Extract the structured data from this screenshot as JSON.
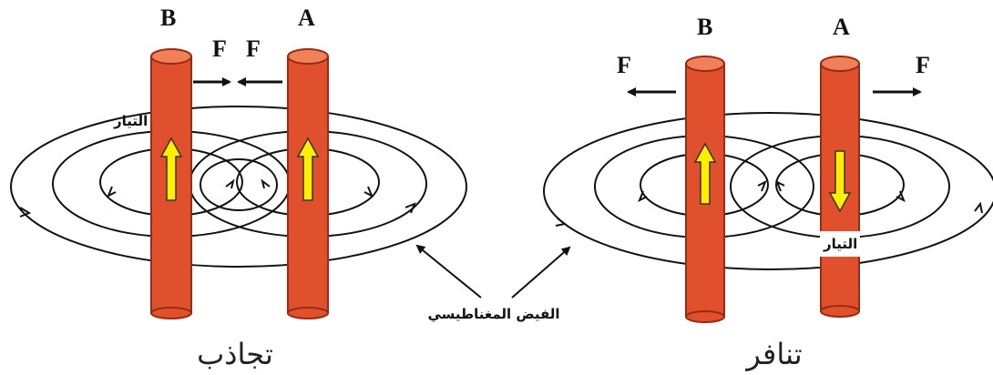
{
  "left_panel": {
    "wire_b_label": "B",
    "wire_a_label": "A",
    "force_left_label": "F",
    "force_right_label": "F",
    "current_label": "التيار",
    "caption": "تجاذب"
  },
  "right_panel": {
    "wire_b_label": "B",
    "wire_a_label": "A",
    "force_left_label": "F",
    "force_right_label": "F",
    "current_label": "التيار",
    "caption": "تنافر"
  },
  "field_label": "الفيض المغناطيسي",
  "colors": {
    "wire_fill": "#e0502c",
    "wire_edge": "#9a2a12",
    "wire_top": "#f08058",
    "arrow_current": "#ffee00",
    "line": "#111111"
  }
}
